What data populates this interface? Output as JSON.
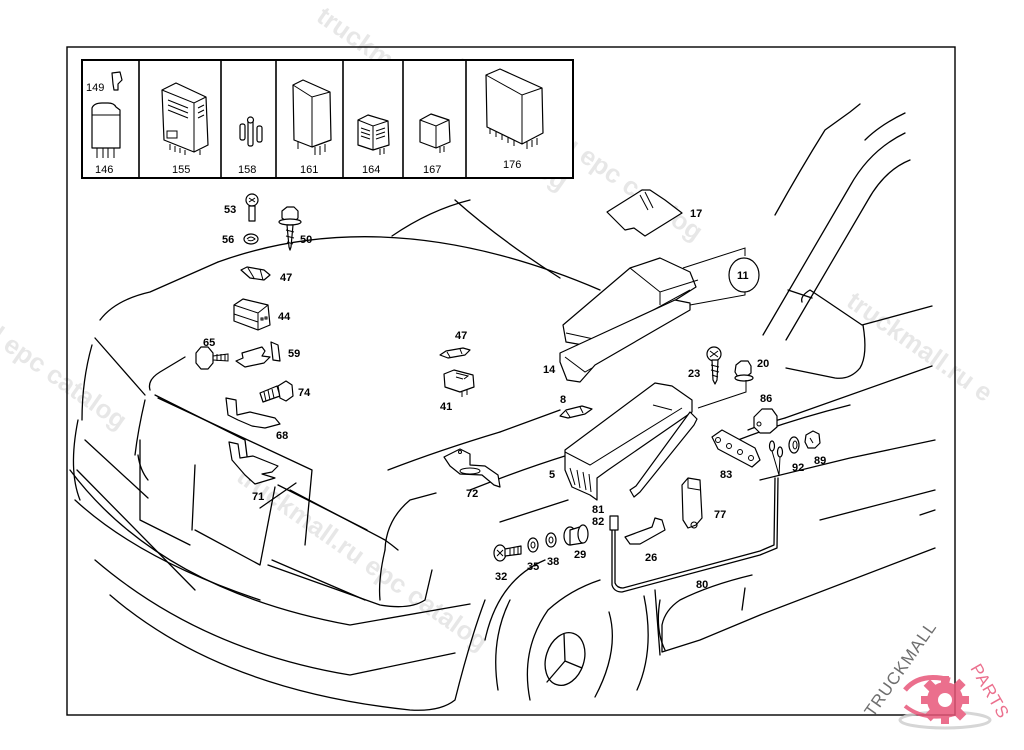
{
  "diagram": {
    "title": "Fuse and relay box installation - parts diagram",
    "inset_parts": [
      {
        "number": "146",
        "secondary": "149",
        "icon": "fuse-relay-with-plug-icon"
      },
      {
        "number": "155",
        "icon": "relay-large-vented-icon"
      },
      {
        "number": "158",
        "icon": "fuses-icon"
      },
      {
        "number": "161",
        "icon": "relay-tall-icon"
      },
      {
        "number": "164",
        "icon": "relay-small-vented-icon"
      },
      {
        "number": "167",
        "icon": "relay-small-icon"
      },
      {
        "number": "176",
        "icon": "relay-wide-icon"
      }
    ],
    "callouts": {
      "c53": "53",
      "c56": "56",
      "c50": "50",
      "c47a": "47",
      "c44": "44",
      "c65": "65",
      "c59": "59",
      "c74": "74",
      "c68": "68",
      "c71": "71",
      "c47b": "47",
      "c41": "41",
      "c72": "72",
      "c17": "17",
      "c11": "11",
      "c14": "14",
      "c8": "8",
      "c5": "5",
      "c23": "23",
      "c20": "20",
      "c86": "86",
      "c83": "83",
      "c92": "92",
      "c89": "89",
      "c81": "81",
      "c82": "82",
      "c77": "77",
      "c26": "26",
      "c80": "80",
      "c32": "32",
      "c35": "35",
      "c38": "38",
      "c29": "29"
    },
    "watermark": {
      "text_a": "truckmall.ru epc catalog",
      "text_b": "truckmall.ru epc catalog",
      "text_c": "l epc catalog",
      "text_d": "truckmall.ru epc catalog",
      "text_e": "truckmall.ru e"
    },
    "logo": {
      "text_dark": "TRUCKMALL",
      "text_accent": "PARTS",
      "accent_color": "#e8577a",
      "dark_color": "#555555"
    }
  }
}
